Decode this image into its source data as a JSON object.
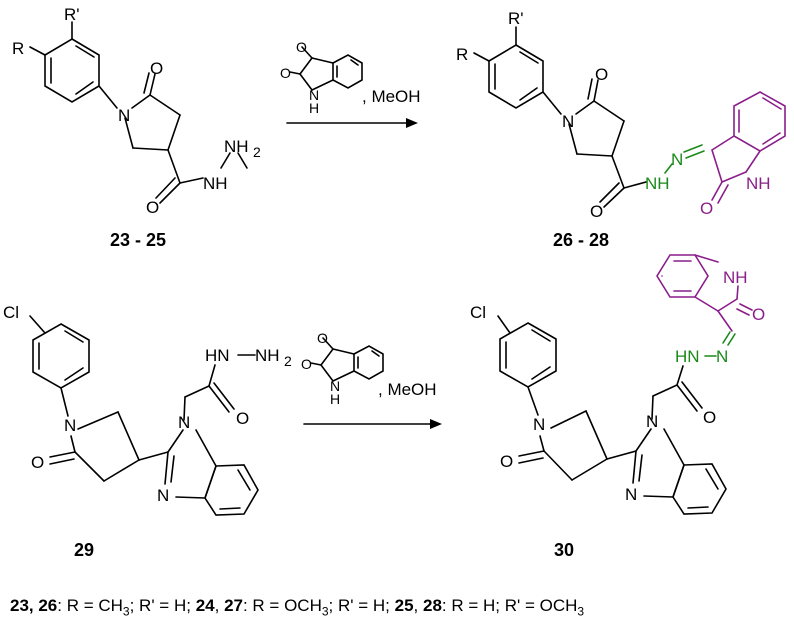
{
  "compounds": {
    "top_left": "23 - 25",
    "top_right": "26 - 28",
    "bottom_left": "29",
    "bottom_right": "30"
  },
  "reagents": {
    "top": ", MeOH",
    "bottom": ", MeOH"
  },
  "atoms": {
    "R": "R",
    "R_prime": "R'",
    "O": "O",
    "N": "N",
    "H": "H",
    "NH": "NH",
    "HN": "HN",
    "NH2": "NH",
    "two": "2",
    "Cl": "Cl"
  },
  "legend": {
    "c1": "23, 26",
    "t1": ": R = CH",
    "s1": "3",
    "t2": "; R' = H; ",
    "c2": "24",
    "sep": ", ",
    "c3": "27",
    "t3": ": R = OCH",
    "s2": "3",
    "t4": "; R' = H; ",
    "c4": "25",
    "c5": "28",
    "t5": ": R = H; R' = OCH",
    "s3": "3"
  },
  "colors": {
    "hydrazone": "#1a8a1a",
    "isatin": "#8a1e8a"
  }
}
